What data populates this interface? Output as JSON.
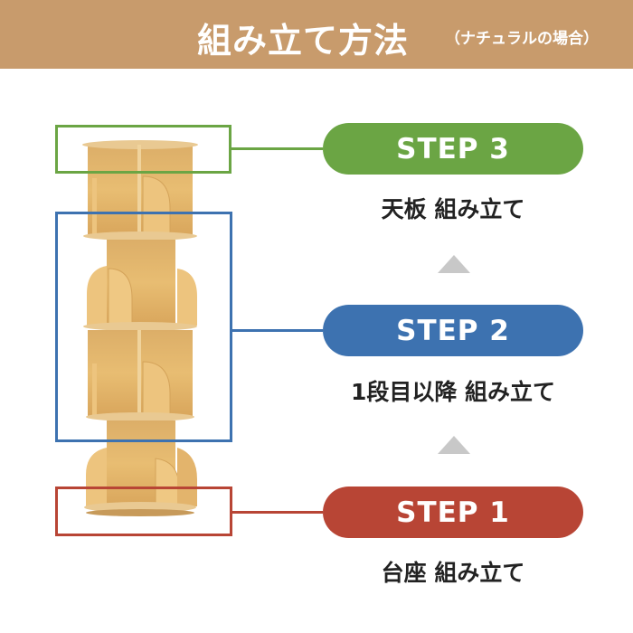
{
  "header": {
    "title": "組み立て方法",
    "subtitle": "（ナチュラルの場合）"
  },
  "colors": {
    "header": "#c89b6c",
    "step3": "#6ba544",
    "step2": "#3d72b0",
    "step1": "#b84535",
    "wood": "#e2b46a"
  },
  "steps": [
    {
      "label": "STEP 3",
      "description": "天板 組み立て"
    },
    {
      "label": "STEP 2",
      "description": "1段目以降 組み立て"
    },
    {
      "label": "STEP 1",
      "description": "台座 組み立て"
    }
  ]
}
